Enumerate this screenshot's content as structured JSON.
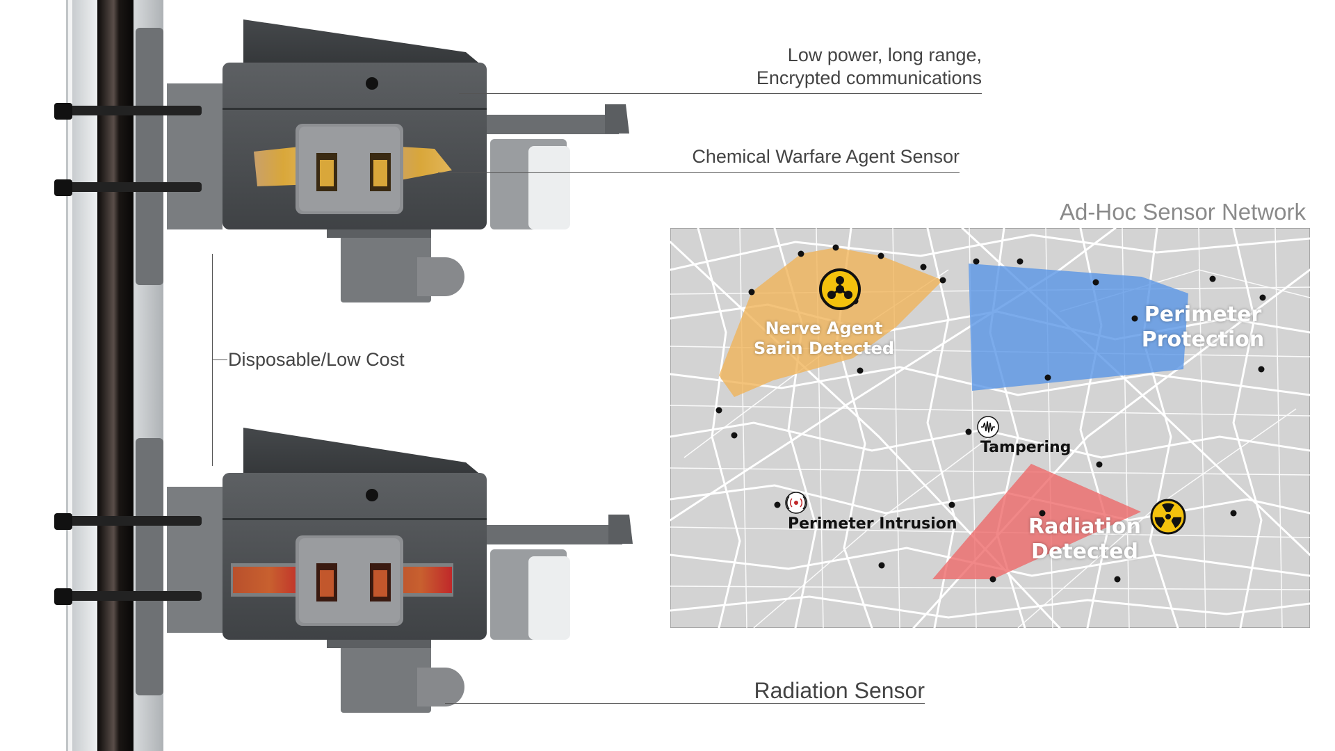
{
  "callouts": {
    "comms_line1": "Low power, long range,",
    "comms_line2": "Encrypted communications",
    "chemical_sensor": "Chemical Warfare Agent Sensor",
    "disposable": "Disposable/Low Cost",
    "radiation_sensor": "Radiation Sensor"
  },
  "network": {
    "title": "Ad-Hoc Sensor Network",
    "zones": {
      "nerve_agent": {
        "line1": "Nerve Agent",
        "line2": "Sarin Detected",
        "color": "#f0b45a"
      },
      "perimeter": {
        "line1": "Perimeter",
        "line2": "Protection",
        "color": "#5a96e6"
      },
      "radiation": {
        "line1": "Radiation",
        "line2": "Detected",
        "color": "#ee6a6a"
      }
    },
    "events": {
      "tampering": "Tampering",
      "intrusion": "Perimeter Intrusion"
    },
    "icons": {
      "biohazard": "chemical-hazard-icon",
      "radiation": "radiation-icon",
      "tampering": "vibration-icon",
      "intrusion": "signal-icon"
    }
  },
  "colors": {
    "map_bg": "#d3d3d3",
    "street": "#ffffff",
    "device_body": "#505356",
    "clip_gray": "#8d8f92",
    "pole_dark": "#1e1b1a",
    "hazard_yellow": "#f4c20d"
  }
}
